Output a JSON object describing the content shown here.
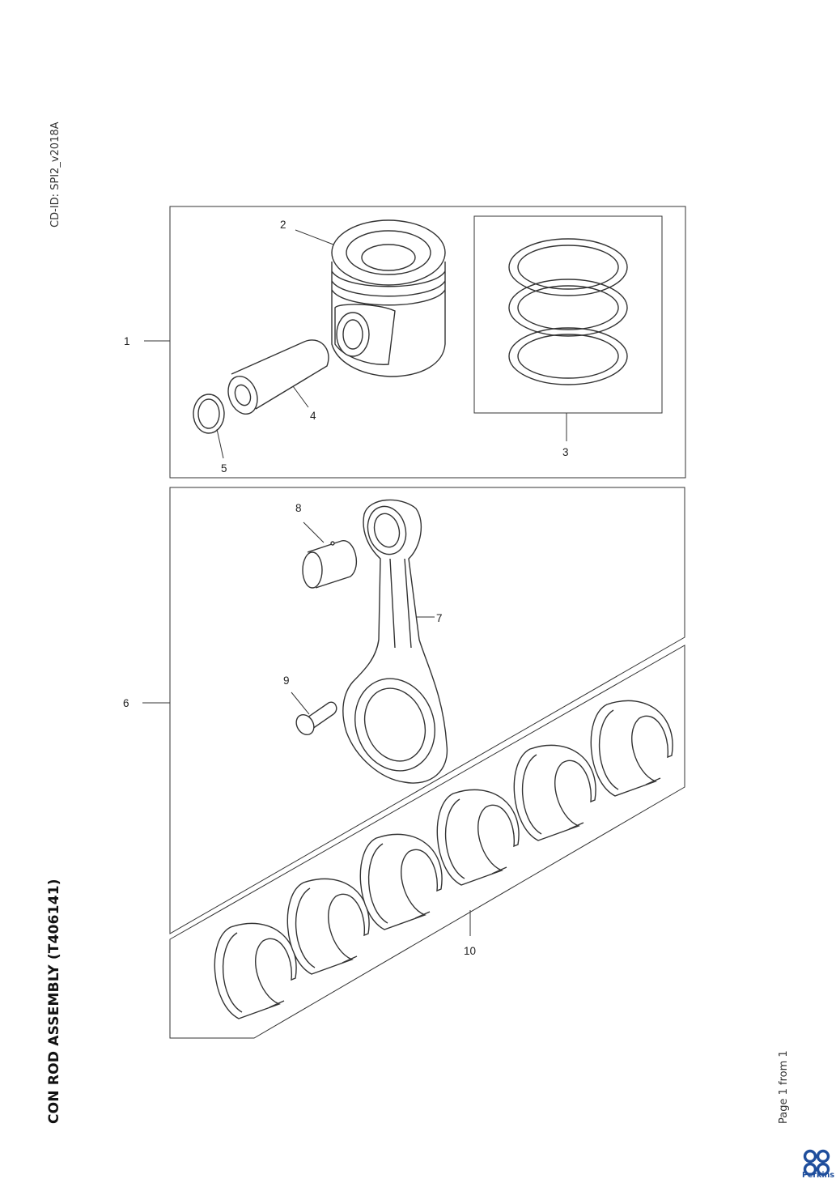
{
  "header": {
    "cd_id": "CD-ID: SPI2_v2018A",
    "title": "CON ROD ASSEMBLY (T406141)",
    "page_info": "Page 1 from 1"
  },
  "callouts": [
    "1",
    "2",
    "3",
    "4",
    "5",
    "6",
    "7",
    "8",
    "9",
    "10"
  ],
  "brand": {
    "name": "Perkins",
    "color": "#1f4e9c"
  }
}
